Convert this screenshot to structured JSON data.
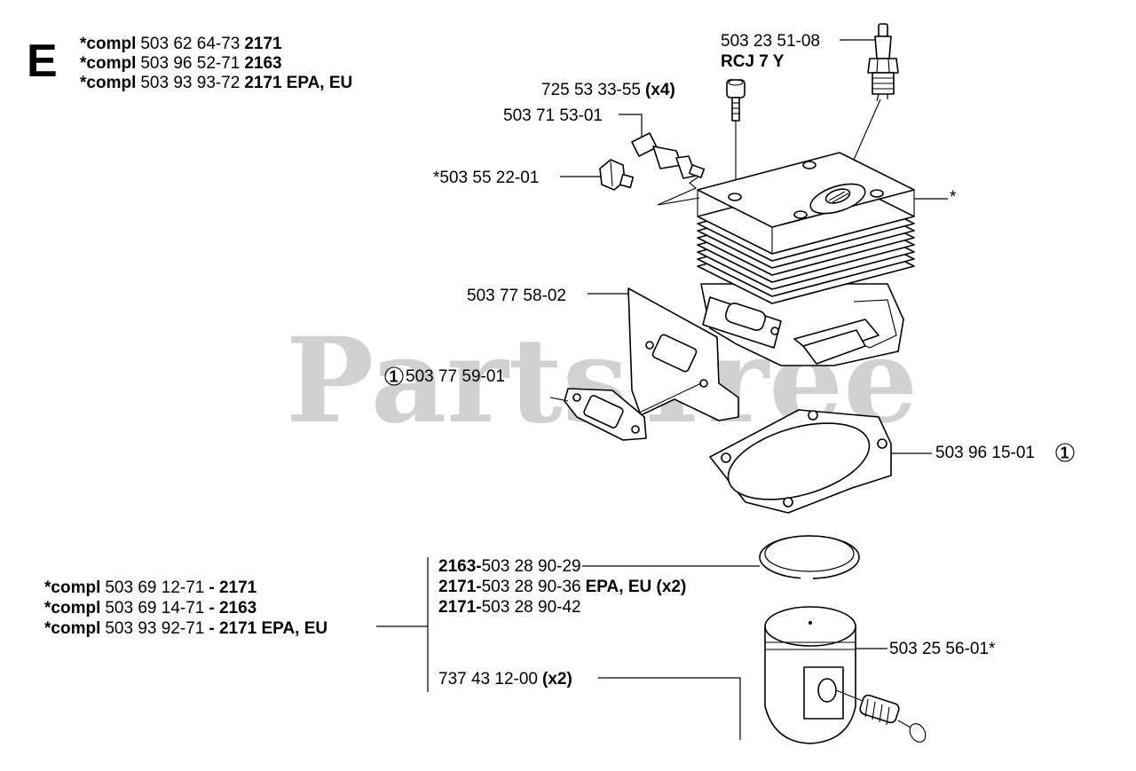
{
  "section": {
    "letter": "E"
  },
  "header_lines": [
    {
      "prefix": "*compl",
      "number": "503 62 64-73",
      "model": "2171",
      "suffix": ""
    },
    {
      "prefix": "*compl",
      "number": "503 96 52-71",
      "model": "2163",
      "suffix": ""
    },
    {
      "prefix": "*compl",
      "number": "503 93 93-72",
      "model": "2171",
      "suffix": "EPA, EU"
    }
  ],
  "parts": {
    "spark_plug": {
      "number": "503 23 51-08",
      "type": "RCJ 7 Y"
    },
    "screw": {
      "number": "725 53 33-55",
      "qty": "(x4)"
    },
    "valve": {
      "number": "503 71 53-01"
    },
    "plug_nut": {
      "number": "*503 55 22-01"
    },
    "cylinder": {
      "mark": "*"
    },
    "muffler_gasket": {
      "number": "503 77 58-02"
    },
    "intake_gasket": {
      "circle": "1",
      "number": "503 77 59-01"
    },
    "base_gasket": {
      "number": "503 96 15-01",
      "circle": "1"
    },
    "piston_ring_1": {
      "model": "2163-",
      "number": "503 28 90-29"
    },
    "piston_ring_2": {
      "model": "2171-",
      "number": "503 28 90-36",
      "extra": "EPA, EU (x2)"
    },
    "piston_ring_3": {
      "model": "2171-",
      "number": "503 28 90-42"
    },
    "piston": {
      "number": "503 25 56-01*"
    },
    "circlip": {
      "number": "737 43 12-00",
      "qty": "(x2)"
    }
  },
  "piston_kits": [
    {
      "prefix": "*compl",
      "number": "503 69 12-71",
      "model": "- 2171"
    },
    {
      "prefix": "*compl",
      "number": "503 69 14-71",
      "model": "- 2163"
    },
    {
      "prefix": "*compl",
      "number": "503 93 92-71",
      "model": "- 2171 EPA, EU"
    }
  ],
  "watermark": {
    "text": "PartsTree"
  }
}
